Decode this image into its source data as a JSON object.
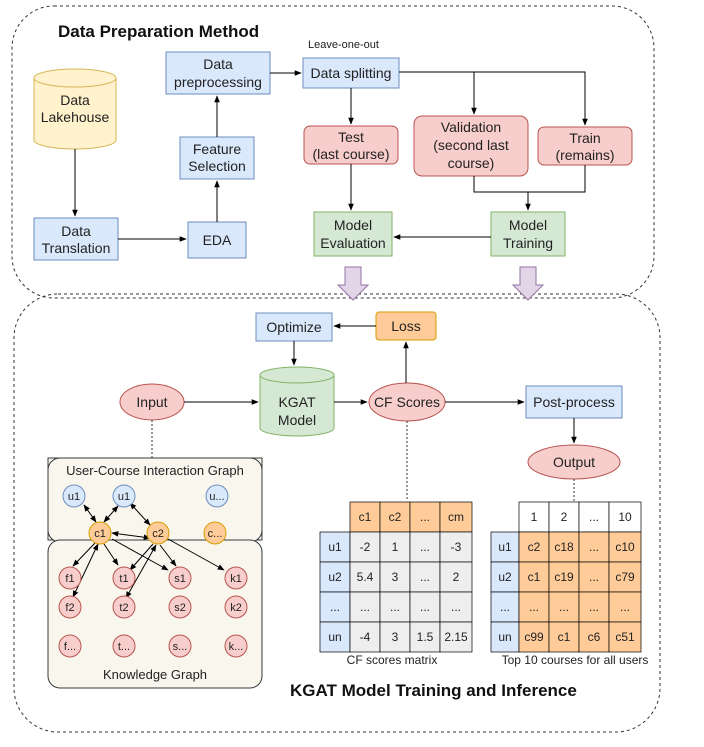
{
  "section_top": {
    "title": "Data Preparation Method"
  },
  "section_bottom": {
    "title": "KGAT Model Training and Inference"
  },
  "nodes": {
    "data_lakehouse": [
      "Data",
      "Lakehouse"
    ],
    "data_translation": [
      "Data",
      "Translation"
    ],
    "eda": [
      "EDA"
    ],
    "feature_selection": [
      "Feature",
      "Selection"
    ],
    "data_preprocessing": [
      "Data",
      "preprocessing"
    ],
    "data_splitting": [
      "Data splitting"
    ],
    "leave_one_out": "Leave-one-out",
    "test": [
      "Test",
      "(last course)"
    ],
    "validation": [
      "Validation",
      "(second last",
      "course)"
    ],
    "train": [
      "Train",
      "(remains)"
    ],
    "model_evaluation": [
      "Model",
      "Evaluation"
    ],
    "model_training": [
      "Model",
      "Training"
    ],
    "optimize": [
      "Optimize"
    ],
    "loss": [
      "Loss"
    ],
    "input": [
      "Input"
    ],
    "kgat_model": [
      "KGAT",
      "Model"
    ],
    "cf_scores": [
      "CF Scores"
    ],
    "post_process": [
      "Post-process"
    ],
    "output": [
      "Output"
    ]
  },
  "graph": {
    "interaction_label": "User-Course Interaction Graph",
    "knowledge_label": "Knowledge Graph",
    "users": [
      "u1",
      "u1",
      "u..."
    ],
    "courses": [
      "c1",
      "c2",
      "c..."
    ],
    "entities": [
      [
        "f1",
        "t1",
        "s1",
        "k1"
      ],
      [
        "f2",
        "t2",
        "s2",
        "k2"
      ],
      [
        "f...",
        "t...",
        "s...",
        "k..."
      ]
    ]
  },
  "cf_matrix": {
    "caption": "CF scores matrix",
    "header": [
      "c1",
      "c2",
      "...",
      "cm"
    ],
    "rows": [
      {
        "user": "u1",
        "values": [
          "-2",
          "1",
          "...",
          "-3"
        ]
      },
      {
        "user": "u2",
        "values": [
          "5.4",
          "3",
          "...",
          "2"
        ]
      },
      {
        "user": "...",
        "values": [
          "...",
          "...",
          "...",
          "..."
        ]
      },
      {
        "user": "un",
        "values": [
          "-4",
          "3",
          "1.5",
          "2.15"
        ]
      }
    ]
  },
  "top_matrix": {
    "caption": "Top 10 courses for all users",
    "header": [
      "1",
      "2",
      "...",
      "10"
    ],
    "rows": [
      {
        "user": "u1",
        "values": [
          "c2",
          "c18",
          "...",
          "c10"
        ]
      },
      {
        "user": "u2",
        "values": [
          "c1",
          "c19",
          "...",
          "c79"
        ]
      },
      {
        "user": "...",
        "values": [
          "...",
          "...",
          "...",
          "..."
        ]
      },
      {
        "user": "un",
        "values": [
          "c99",
          "c1",
          "c6",
          "c51"
        ]
      }
    ]
  }
}
